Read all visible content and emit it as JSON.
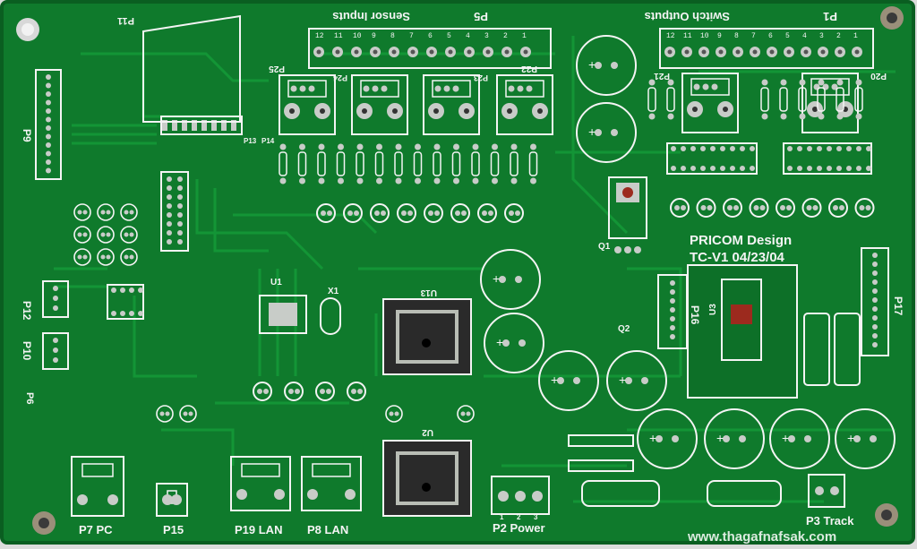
{
  "board": {
    "colors": {
      "background": "#dcdcdc",
      "pcb": "#0f7a2c",
      "pcb_dark": "#0a5e21",
      "trace": "#149a38",
      "silk": "#f4f4f4",
      "pad": "#c8ccc8",
      "copper_pad": "#b9bdb5",
      "heatsink": "#2a2a2a"
    },
    "title": "PRICOM Design",
    "revision": "TC-V1 04/23/04",
    "watermark": "www.thagafnafsak.com"
  },
  "headers": {
    "p5": "P5",
    "sensor_inputs": "Sensor Inputs",
    "p1": "P1",
    "switch_outputs": "Switch Outputs"
  },
  "connectors": {
    "p7": "P7  PC",
    "p15": "P15",
    "p19": "P19 LAN",
    "p8": "P8 LAN",
    "p2": "P2 Power",
    "p3": "P3 Track",
    "p9": "P9",
    "p10": "P10",
    "p12": "P12",
    "p6": "P6",
    "p16": "P16",
    "p17": "P17",
    "p11": "P11",
    "p13": "P13",
    "p14": "P14"
  },
  "chips": {
    "u1": "U1",
    "u2": "U2",
    "u3": "U3",
    "u13": "U13",
    "x1": "X1",
    "q1": "Q1",
    "q2": "Q2"
  },
  "relays": {
    "p22": "P22",
    "p23": "P23",
    "p24": "P24",
    "p25": "P25",
    "p20": "P20",
    "p21": "P21"
  },
  "sensor_pin_numbers": [
    "12",
    "11",
    "10",
    "9",
    "8",
    "7",
    "6",
    "5",
    "4",
    "3",
    "2",
    "1"
  ],
  "switch_pin_numbers": [
    "12",
    "11",
    "10",
    "9",
    "8",
    "7",
    "6",
    "5",
    "4",
    "3",
    "2",
    "1"
  ],
  "power_pins": [
    "1",
    "2",
    "3"
  ]
}
